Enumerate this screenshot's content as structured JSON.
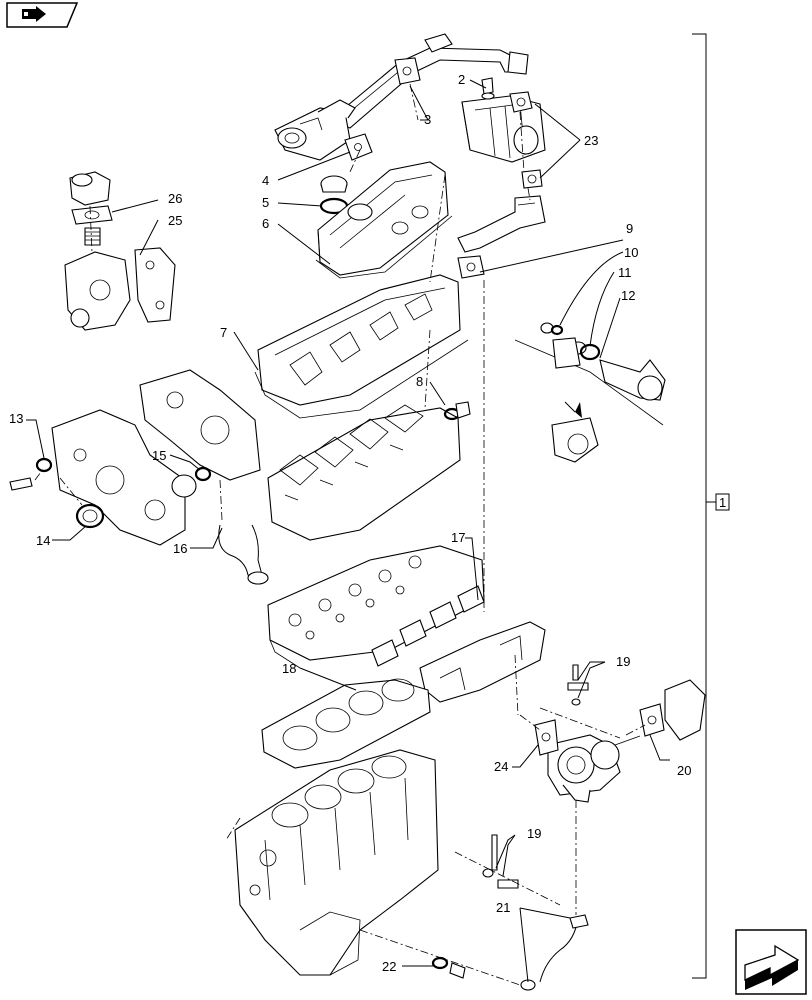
{
  "callouts": [
    {
      "id": "c1",
      "text": "1"
    },
    {
      "id": "c2",
      "text": "2"
    },
    {
      "id": "c3",
      "text": "3"
    },
    {
      "id": "c4",
      "text": "4"
    },
    {
      "id": "c5",
      "text": "5"
    },
    {
      "id": "c6",
      "text": "6"
    },
    {
      "id": "c7",
      "text": "7"
    },
    {
      "id": "c8",
      "text": "8"
    },
    {
      "id": "c9",
      "text": "9"
    },
    {
      "id": "c10",
      "text": "10"
    },
    {
      "id": "c11",
      "text": "11"
    },
    {
      "id": "c12",
      "text": "12"
    },
    {
      "id": "c13",
      "text": "13"
    },
    {
      "id": "c14",
      "text": "14"
    },
    {
      "id": "c15",
      "text": "15"
    },
    {
      "id": "c16",
      "text": "16"
    },
    {
      "id": "c17",
      "text": "17"
    },
    {
      "id": "c18",
      "text": "18"
    },
    {
      "id": "c19a",
      "text": "19"
    },
    {
      "id": "c19b",
      "text": "19"
    },
    {
      "id": "c20",
      "text": "20"
    },
    {
      "id": "c21",
      "text": "21"
    },
    {
      "id": "c22",
      "text": "22"
    },
    {
      "id": "c23",
      "text": "23"
    },
    {
      "id": "c24",
      "text": "24"
    },
    {
      "id": "c25",
      "text": "25"
    },
    {
      "id": "c26",
      "text": "26"
    }
  ],
  "icons": {
    "top_left": "book-arrow-icon",
    "bottom_right": "next-page-arrow-icon"
  }
}
